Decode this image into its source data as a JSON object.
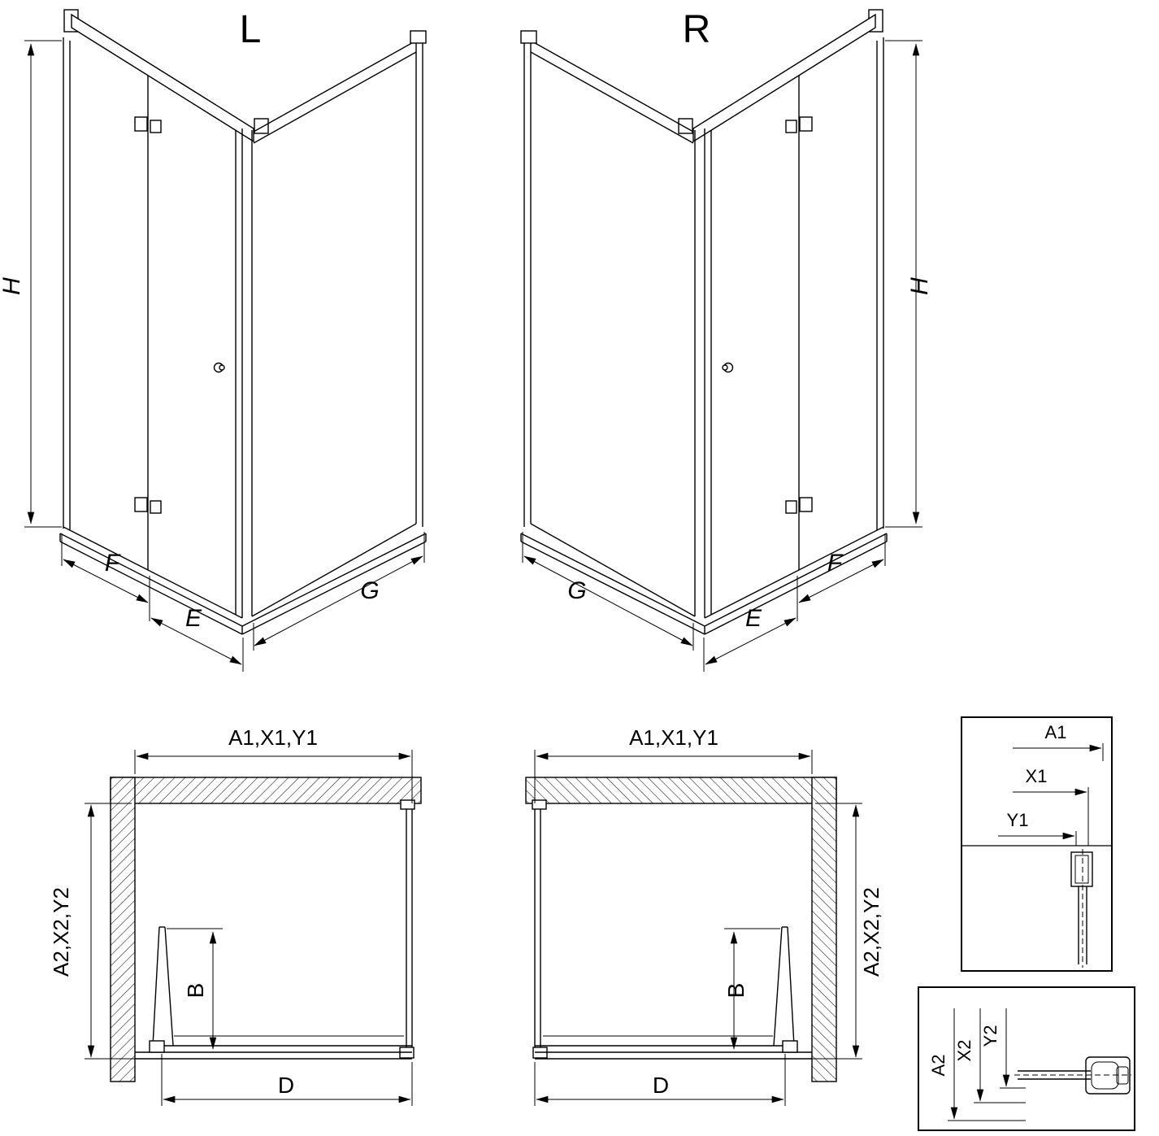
{
  "palette": {
    "line": "#000000",
    "background": "#ffffff"
  },
  "views_3d": {
    "left": {
      "variant": "L",
      "height": "H",
      "panel_f": "F",
      "panel_e": "E",
      "panel_g": "G"
    },
    "right": {
      "variant": "R",
      "height": "H",
      "panel_f": "F",
      "panel_e": "E",
      "panel_g": "G"
    }
  },
  "plans": {
    "left": {
      "top_width": "A1,X1,Y1",
      "side_depth": "A2,X2,Y2",
      "door_projection": "B",
      "opening_width": "D"
    },
    "right": {
      "top_width": "A1,X1,Y1",
      "side_depth": "A2,X2,Y2",
      "door_projection": "B",
      "opening_width": "D"
    }
  },
  "details": {
    "top_box": {
      "dim_1": "A1",
      "dim_2": "X1",
      "dim_3": "Y1"
    },
    "bottom_box": {
      "dim_1": "A2",
      "dim_2": "X2",
      "dim_3": "Y2"
    }
  }
}
